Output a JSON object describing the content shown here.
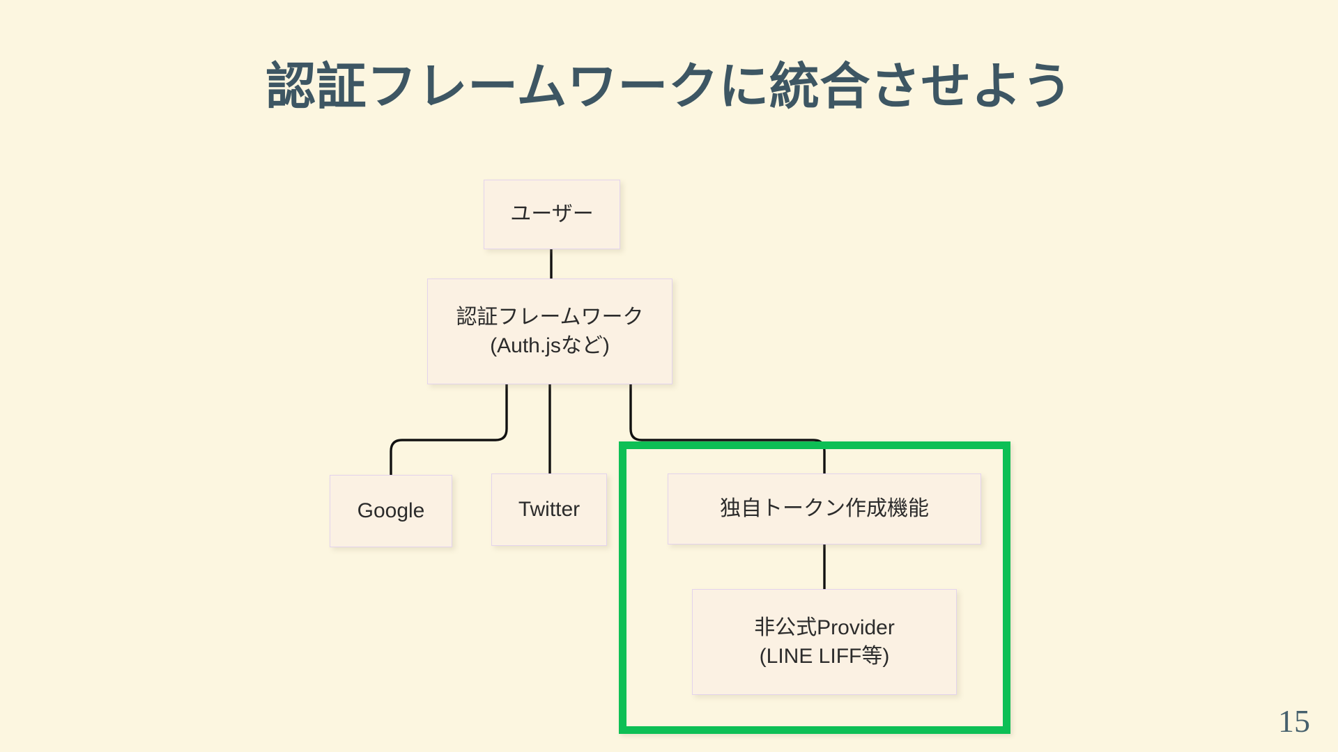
{
  "slide": {
    "title": "認証フレームワークに統合させよう",
    "page_number": "15",
    "background_color": "#fcf6e0",
    "title_color": "#3d5663"
  },
  "diagram": {
    "type": "flowchart",
    "node_fill_color": "#fbf1e3",
    "node_border_color": "#e3d3ec",
    "connector_color": "#111111",
    "nodes": [
      {
        "id": "user",
        "label": "ユーザー"
      },
      {
        "id": "framework",
        "label": "認証フレームワーク\n(Auth.jsなど)"
      },
      {
        "id": "google",
        "label": "Google"
      },
      {
        "id": "twitter",
        "label": "Twitter"
      },
      {
        "id": "token",
        "label": "独自トークン作成機能"
      },
      {
        "id": "provider",
        "label": "非公式Provider\n(LINE LIFF等)"
      }
    ],
    "edges": [
      {
        "from": "user",
        "to": "framework"
      },
      {
        "from": "framework",
        "to": "google"
      },
      {
        "from": "framework",
        "to": "twitter"
      },
      {
        "from": "framework",
        "to": "token"
      },
      {
        "from": "token",
        "to": "provider"
      }
    ],
    "highlight": {
      "color": "#0dbf55",
      "encloses": [
        "token",
        "provider"
      ]
    }
  }
}
